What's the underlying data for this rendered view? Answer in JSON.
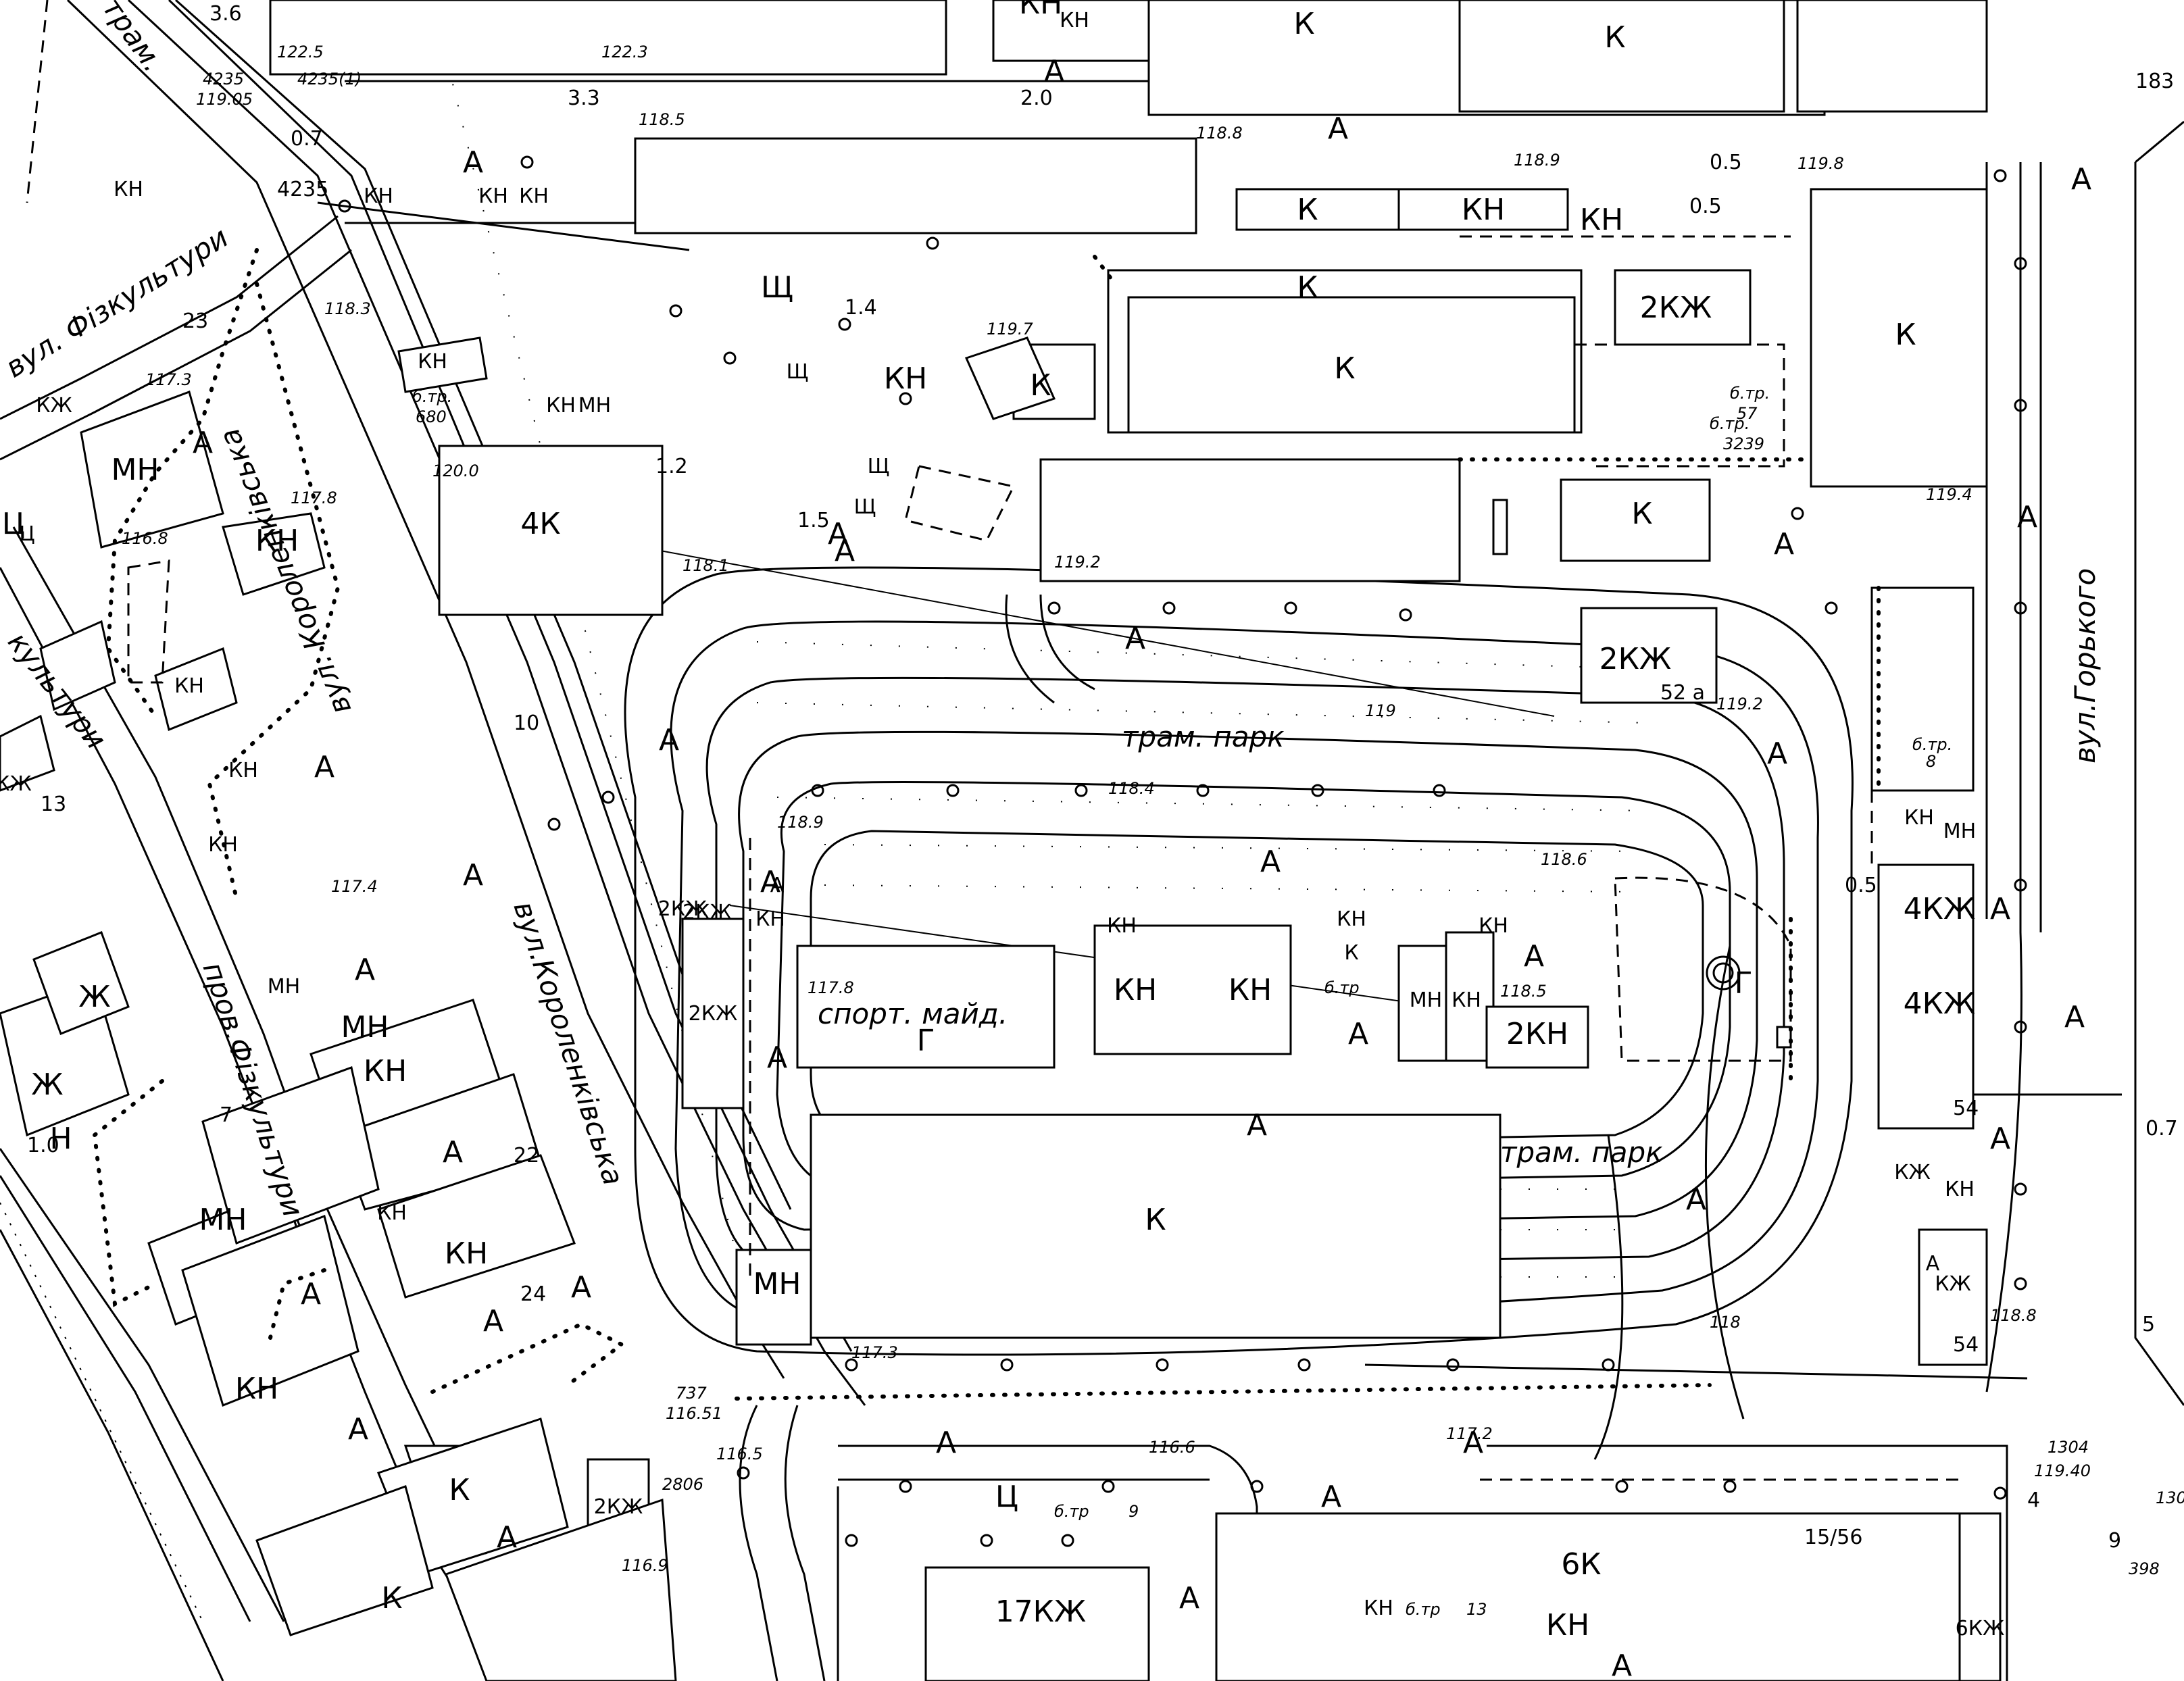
{
  "map": {
    "streets": {
      "korolenkivska_a": "вул. Короленківська",
      "korolenkivska_b": "вул.Короленківська",
      "horkoho": "вул.Горького",
      "fizkultury": "вул. Фізкультури",
      "prov_fizkultury": "пров.Фізкультури",
      "kultury_edge": "культури",
      "tram_edge": "трам."
    },
    "zones": {
      "tram_park_1": "трам. парк",
      "tram_park_2": "трам. парк",
      "sport": "спорт. майд."
    },
    "buildings": {
      "b_k_top1": "К",
      "b_k_top2": "К",
      "b_k_left": "КН",
      "b_k_row1": "К",
      "b_kn_row1": "КН",
      "b_kn_row2": "КН",
      "b_k_center": "К",
      "b_k_center2": "К",
      "b_2kzh_top": "2КЖ",
      "b_k_right": "К",
      "b_4k": "4К",
      "b_kn_680": "КН",
      "b_k_small": "К",
      "b_mn_small": "МН",
      "b_kn_w": "КН",
      "b_kn_strip": "КН",
      "b_k_mid": "К",
      "b_2kzh_52": "2КЖ",
      "b_52a": "52 а",
      "b_kn_hall": "КН",
      "b_kn_hall2": "КН",
      "b_mn_c": "МН",
      "b_kn_c": "КН",
      "b_2kn": "2КН",
      "b_2kzh_left": "2КЖ",
      "b_2kzh_label": "2КЖ",
      "b_k_big": "К",
      "b_mn_s": "МН",
      "b_4kzh": "4КЖ",
      "b_4kzh2": "4КЖ",
      "b_kzh_r": "КЖ",
      "b_kzh_r2": "КЖ",
      "b_kn_r": "КН",
      "b_mn_r": "МН",
      "b_kn_r2": "КН",
      "b_mn_w1": "МН",
      "b_kn_w2": "КН",
      "b_kn_w3": "КН",
      "b_mn_w2": "МН",
      "b_kn_w4": "КН",
      "b_mn_w3": "МН",
      "b_kn_w5": "КН",
      "b_kn_w6": "КН",
      "b_kn_w7": "КН",
      "b_mn_w4": "МН",
      "b_kn_w8": "КН",
      "b_kn_w9": "КН",
      "b_kzh_w": "КЖ",
      "b_zh_w": "Ж",
      "b_zh_w2": "Ж",
      "b_kh_w": "КН",
      "b_kzh_13": "КЖ",
      "b_n_w": "Н",
      "b_2kzh_s": "2КЖ",
      "b_k_s1": "К",
      "b_k_s2": "К",
      "b_17kzh": "17КЖ",
      "b_6k": "6К",
      "b_6kzh": "6КЖ",
      "b_kn_s": "КН",
      "b_kn_s2": "КН",
      "b_shch": "Щ",
      "b_shch2": "Щ",
      "b_shch3": "Щ",
      "b_shch4": "Щ",
      "b_ts": "Ц",
      "b_ts2": "Ц",
      "b_kn_bt": "КН",
      "b_kn_row_top": "КН",
      "b_kn_top_a": "КН",
      "b_kn_top_b": "КН",
      "b_kh_top3": "КН",
      "b_k_r_small": "К",
      "b_kn_s3": "КН",
      "b_kn_kn": "КН",
      "b_kn_top": "КН"
    },
    "pavement_letters": {
      "a1": "А",
      "a2": "А",
      "a3": "А",
      "a4": "А",
      "a5": "А",
      "a6": "А",
      "a7": "А",
      "a8": "А",
      "a9": "А",
      "a10": "А",
      "a11": "А",
      "a12": "А",
      "a13": "А",
      "a14": "А",
      "a15": "А",
      "a16": "А",
      "a17": "А",
      "a18": "А",
      "a19": "А",
      "a20": "А",
      "a21": "А",
      "a22": "А",
      "a23": "А",
      "a24": "А",
      "a25": "А",
      "a26": "А",
      "a27": "А",
      "a28": "А",
      "a29": "А",
      "a30": "А",
      "a31": "А",
      "a32": "А",
      "a33": "А",
      "a34": "А",
      "a35": "А",
      "a36": "А",
      "a37": "А",
      "a38": "А",
      "g1": "Г",
      "g2": "Г",
      "ts_l": "Ц"
    },
    "numbers": {
      "n_36": "3.6",
      "n_1225": "122.5",
      "n_1223": "122.3",
      "n_4235": "4235",
      "n_42351": "4235(1)",
      "n_11905": "119.05",
      "n_33": "3.3",
      "n_20": "2.0",
      "n_07": "0.7",
      "n_4235b": "4235",
      "n_1188": "118.8",
      "n_1185": "118.5",
      "n_1189": "118.9",
      "n_05": "0.5",
      "n_05b": "0.5",
      "n_1198": "119.8",
      "n_183": "183",
      "n_14": "1.4",
      "n_1183": "118.3",
      "n_1197": "119.7",
      "n_23": "23",
      "n_1173": "117.3",
      "n_btr680": "б.тр.",
      "n_680": "680",
      "n_btr57": "б.тр.",
      "n_57": "57",
      "n_btr3239": "б.тр.",
      "n_3239": "3239",
      "n_1194": "119.4",
      "n_12": "1.2",
      "n_1200": "120.0",
      "n_15": "1.5",
      "n_1178": "117.8",
      "n_1168": "116.8",
      "n_1181": "118.1",
      "n_1192": "119.2",
      "n_1192b": "119.2",
      "n_119": "119",
      "n_btr8": "б.тр.",
      "n_8": "8",
      "n_10": "10",
      "n_1184": "118.4",
      "n_1186": "118.6",
      "n_1189b": "118.9",
      "n_05c": "0.5",
      "n_13": "13",
      "n_1174": "117.4",
      "n_1178b": "117.8",
      "n_btr": "б.тр",
      "n_1185b": "118.5",
      "n_22": "22",
      "n_24": "24",
      "n_54": "54",
      "n_54b": "54",
      "n_07b": "0.7",
      "n_1188b": "118.8",
      "n_10b": "1.0",
      "n_7": "7",
      "n_1173b": "117.3",
      "n_118": "118",
      "n_737": "737",
      "n_11651": "116.51",
      "n_1165": "116.5",
      "n_1166": "116.6",
      "n_1172": "117.2",
      "n_1304": "1304",
      "n_11940": "119.40",
      "n_2806": "2806",
      "n_1169": "116.9",
      "n_btr9": "б.тр",
      "n_9": "9",
      "n_1556": "15/56",
      "n_btr13": "б.тр",
      "n_13b": "13",
      "n_4": "4",
      "n_9b": "9",
      "n_398": "398",
      "n_130": "130",
      "n_5": "5",
      "n_2kzh": "2КЖ"
    }
  }
}
